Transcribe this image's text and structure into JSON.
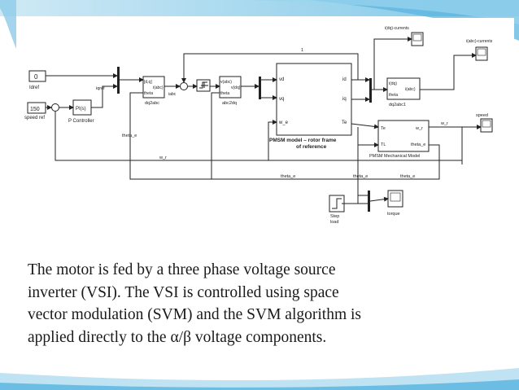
{
  "diagram": {
    "blocks": {
      "idref_const": "0",
      "idref_label": "Idref",
      "speed_const": "150",
      "speed_label": "speed ref",
      "pi_block": "PI(s)",
      "pi_label": "P Controller",
      "iqref": "iqref",
      "dq2abc_in1": "[d,q]",
      "dq2abc_in2": "theta",
      "dq2abc_out": "i(abc)",
      "dq2abc_label": "dq2abc",
      "iabc": "iabc",
      "abc2dq_in1": "v(abc)",
      "abc2dq_in2": "theta",
      "abc2dq_out": "v(dq)",
      "abc2dq_label": "abc2dq",
      "pmsm_vd": "vd",
      "pmsm_vq": "vq",
      "pmsm_we": "w_e",
      "pmsm_id": "id",
      "pmsm_iq": "iq",
      "pmsm_te": "Te",
      "pmsm_title_1": "PMSM model – rotor frame",
      "pmsm_title_2": "of reference",
      "dq2abc1_in1": "i(dq)",
      "dq2abc1_in2": "theta",
      "dq2abc1_out": "i(abc)",
      "dq2abc1_label": "dq2abc1",
      "mech_te": "Te",
      "mech_tl": "TL",
      "mech_wr": "w_r",
      "mech_theta": "theta_e",
      "mech_label": "PMSM Mechanical Model",
      "step_label_1": "Step",
      "step_label_2": "load",
      "scope_idq": "i(dq)-currents",
      "scope_iabc": "i(abc)-currents",
      "scope_speed": "speed",
      "scope_torque": "torque",
      "sig_theta_e_left": "theta_e",
      "sig_wr_bottom": "w_r",
      "sig_theta_e_1": "theta_e",
      "sig_theta_e_2": "theta_e",
      "sig_theta_e_3": "theta_e",
      "sig_wr_out": "w_r",
      "sig_one": "1"
    }
  },
  "caption": {
    "line1": "The motor is fed by a three phase voltage source",
    "line2": "inverter (VSI). The VSI is controlled using space",
    "line3": "vector modulation (SVM) and the SVM algorithm is",
    "line4": "applied directly to the α/β voltage components."
  }
}
